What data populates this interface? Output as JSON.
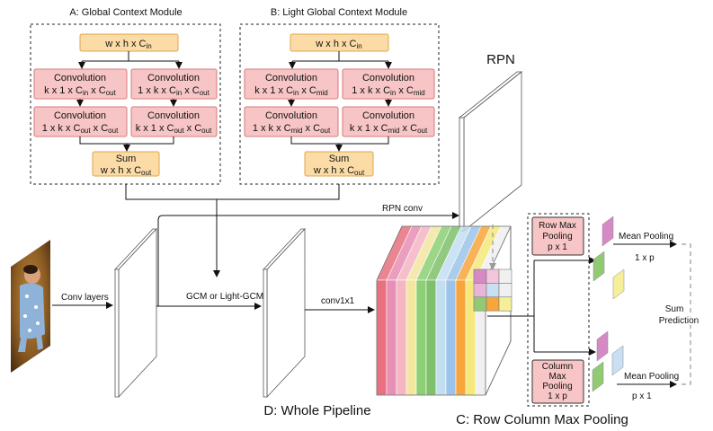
{
  "gcm": {
    "title": "A: Global Context Module",
    "input": {
      "base": "w x h x C",
      "sub": "in"
    },
    "left_conv1": {
      "title": "Convolution",
      "parts": [
        [
          "k x 1 x C",
          ""
        ],
        [
          "in",
          " x C"
        ],
        [
          "out",
          ""
        ]
      ]
    },
    "right_conv1": {
      "title": "Convolution",
      "parts": [
        [
          "1 x k x C",
          ""
        ],
        [
          "in",
          " x C"
        ],
        [
          "out",
          ""
        ]
      ]
    },
    "left_conv2": {
      "title": "Convolution",
      "parts": [
        [
          "1 x k  x C",
          ""
        ],
        [
          "out",
          " x C"
        ],
        [
          "out",
          ""
        ]
      ]
    },
    "right_conv2": {
      "title": "Convolution",
      "parts": [
        [
          "k x 1 x C",
          ""
        ],
        [
          "out",
          " x C"
        ],
        [
          "out",
          ""
        ]
      ]
    },
    "sum": {
      "title": "Sum",
      "base": "w x h x C",
      "sub": "out"
    }
  },
  "lgcm": {
    "title": "B: Light Global Context Module",
    "input": {
      "base": "w x h x C",
      "sub": "in"
    },
    "left_conv1": {
      "title": "Convolution",
      "parts": [
        [
          "k x 1 x C",
          ""
        ],
        [
          "in",
          " x C"
        ],
        [
          "mid",
          ""
        ]
      ]
    },
    "right_conv1": {
      "title": "Convolution",
      "parts": [
        [
          "1 x k x C",
          ""
        ],
        [
          "in",
          " x C"
        ],
        [
          "mid",
          ""
        ]
      ]
    },
    "left_conv2": {
      "title": "Convolution",
      "parts": [
        [
          "1 x k  x C",
          ""
        ],
        [
          "mid",
          " x C"
        ],
        [
          "out",
          ""
        ]
      ]
    },
    "right_conv2": {
      "title": "Convolution",
      "parts": [
        [
          "k x 1 x C",
          ""
        ],
        [
          "mid",
          " x C"
        ],
        [
          "out",
          ""
        ]
      ]
    },
    "sum": {
      "title": "Sum",
      "base": "w x h x C",
      "sub": "out"
    }
  },
  "pipeline": {
    "rpn_label": "RPN",
    "rpn_conv": "RPN conv",
    "conv_layers": "Conv layers",
    "gcm_label": "GCM or Light-GCM",
    "conv1x1": "conv1x1",
    "caption": "D: Whole Pipeline"
  },
  "pooling": {
    "row_pool": [
      "Row Max",
      "Pooling",
      "p x 1"
    ],
    "col_pool": [
      "Column",
      "Max",
      "Pooling",
      "1 x p"
    ],
    "mean_top": "Mean Pooling",
    "mean_top_dim": "1 x p",
    "mean_bottom": "Mean Pooling",
    "mean_bottom_dim": "p x 1",
    "sum_pred": [
      "Sum",
      "Prediction"
    ],
    "caption": "C: Row Column Max Pooling"
  },
  "colors": {
    "feature_slices": [
      "#e8707f",
      "#e88fb5",
      "#f4b6c2",
      "#f3e6a0",
      "#8ccf75",
      "#7fc06a",
      "#c2dff0",
      "#9cc4ea",
      "#f7a53c",
      "#f6e87c",
      "#f0f0f0"
    ],
    "row_pieces": [
      "#d58ac6",
      "#92ca74",
      "#f6ef9a"
    ],
    "col_pieces": [
      "#d58ac6",
      "#c9dff2",
      "#92ca74"
    ]
  }
}
